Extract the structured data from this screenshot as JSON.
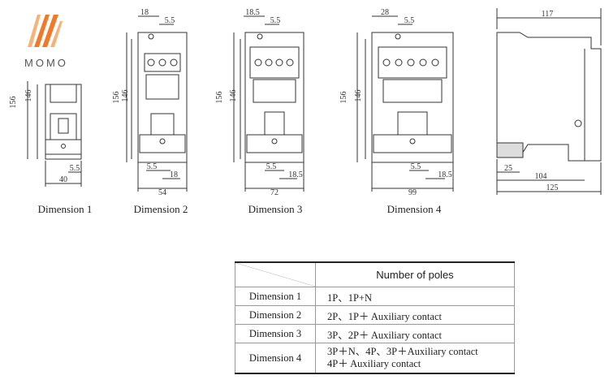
{
  "logo": {
    "text": "MOMO",
    "colors": {
      "orange": "#ee7a2a",
      "light": "#f6b27a"
    }
  },
  "captions": [
    "Dimension 1",
    "Dimension 2",
    "Dimension 3",
    "Dimension 4"
  ],
  "dims": {
    "d1": {
      "h156": "156",
      "h146": "146",
      "w": "40",
      "side": "5.5"
    },
    "d2": {
      "top18": "18",
      "top55": "5.5",
      "h156": "156",
      "h146": "146",
      "b55": "5.5",
      "b18": "18",
      "w": "54"
    },
    "d3": {
      "top185": "18.5",
      "top55": "5.5",
      "h156": "156",
      "h146": "146",
      "b55": "5.5",
      "b185": "18.5",
      "w": "72"
    },
    "d4": {
      "top28": "28",
      "top55": "5.5",
      "h156": "156",
      "h146": "146",
      "b55": "5.5",
      "b185": "18.5",
      "w": "99"
    },
    "side": {
      "depth": "117",
      "d25": "25",
      "d104": "104",
      "d125": "125"
    }
  },
  "table": {
    "header": "Number of poles",
    "rows": [
      {
        "name": "Dimension 1",
        "poles": "1P、1P+N",
        "poles2": ""
      },
      {
        "name": "Dimension 2",
        "poles": "2P、1P＋ Auxiliary contact",
        "poles2": ""
      },
      {
        "name": "Dimension 3",
        "poles": "3P、2P＋ Auxiliary contact",
        "poles2": ""
      },
      {
        "name": "Dimension 4",
        "poles": "3P＋N、4P、3P＋Auxiliary contact",
        "poles2": "4P＋ Auxiliary contact"
      }
    ]
  }
}
